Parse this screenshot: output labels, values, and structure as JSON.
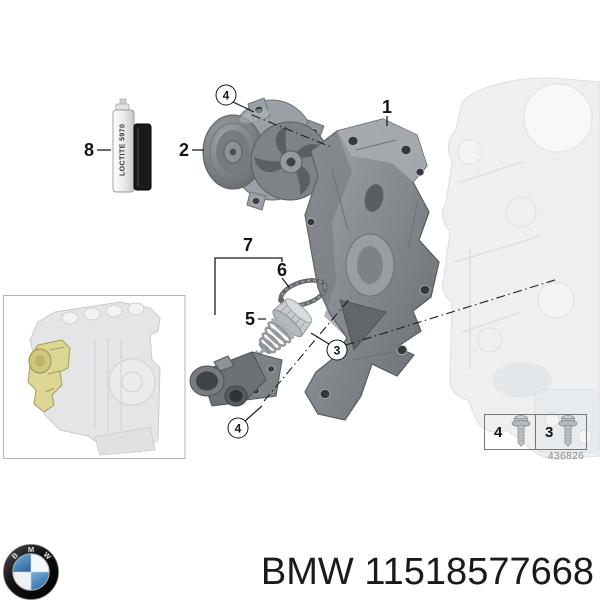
{
  "callouts": {
    "item_1": "1",
    "item_2": "2",
    "item_3": "3",
    "item_4_top": "4",
    "item_4_bottom": "4",
    "item_5": "5",
    "item_6": "6",
    "item_7": "7",
    "item_8": "8"
  },
  "loctite_tube_label": "LOCTITE 5970",
  "bolt_table": {
    "cell_1_label": "4",
    "cell_2_label": "3",
    "diagram_id": "436826"
  },
  "footer": {
    "logo_letters": {
      "b": "B",
      "m": "M",
      "w": "W"
    },
    "part_number_text": "BMW 11518577668"
  },
  "colors": {
    "callout_ink": "#141414",
    "diagram_id_gray": "#8d8d8d",
    "bmw_blue": "#2e6da4",
    "highlight_yellow": "#ddd695"
  }
}
